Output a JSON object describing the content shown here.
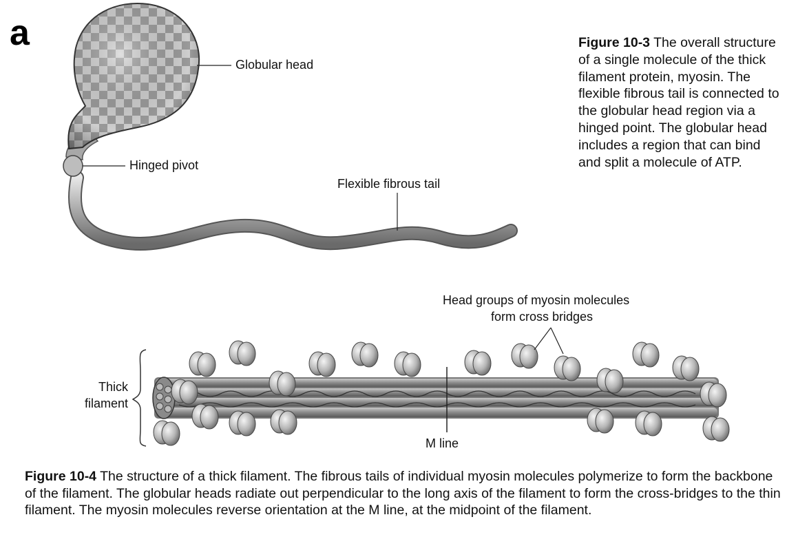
{
  "panel_letter": "a",
  "figure_10_3": {
    "labels": {
      "globular_head": "Globular head",
      "hinged_pivot": "Hinged pivot",
      "tail": "Flexible fibrous tail"
    },
    "caption_ref": "Figure 10-3",
    "caption_text": "The overall structure of a single molecule of the thick filament protein, myosin. The flexible fibrous tail is connected to the globular head region via a hinged point. The globular head includes a region that can bind and split a molecule of ATP."
  },
  "figure_10_4": {
    "labels": {
      "head_groups_line1": "Head groups of myosin molecules",
      "head_groups_line2": "form cross bridges",
      "thick_line1": "Thick",
      "thick_line2": "filament",
      "m_line": "M line"
    },
    "caption_ref": "Figure 10-4",
    "caption_text": "The structure of a thick filament. The fibrous tails of individual myosin molecules polymerize to form the backbone of the filament. The globular heads radiate out perpendicular to the long axis of the filament to form the cross-bridges to the thin filament. The myosin molecules reverse orientation at the M line, at the midpoint of the filament."
  }
}
